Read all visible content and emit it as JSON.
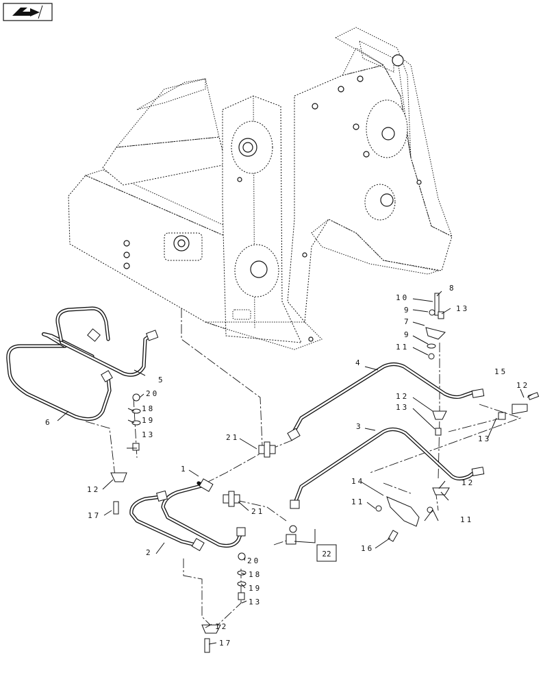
{
  "icon": {
    "name": "turn-page-icon"
  },
  "reference_box": {
    "label": "22"
  },
  "callouts": [
    {
      "id": "c1",
      "label": "1"
    },
    {
      "id": "c2",
      "label": "2"
    },
    {
      "id": "c3",
      "label": "3"
    },
    {
      "id": "c4",
      "label": "4"
    },
    {
      "id": "c5",
      "label": "5"
    },
    {
      "id": "c6",
      "label": "6"
    },
    {
      "id": "c7",
      "label": "7"
    },
    {
      "id": "c8",
      "label": "8"
    },
    {
      "id": "c9a",
      "label": "9"
    },
    {
      "id": "c9b",
      "label": "9"
    },
    {
      "id": "c10",
      "label": "10"
    },
    {
      "id": "c11a",
      "label": "11"
    },
    {
      "id": "c11b",
      "label": "11"
    },
    {
      "id": "c11c",
      "label": "11"
    },
    {
      "id": "c12a",
      "label": "12"
    },
    {
      "id": "c12b",
      "label": "12"
    },
    {
      "id": "c12c",
      "label": "12"
    },
    {
      "id": "c12d",
      "label": "12"
    },
    {
      "id": "c12e",
      "label": "12"
    },
    {
      "id": "c13a",
      "label": "13"
    },
    {
      "id": "c13b",
      "label": "13"
    },
    {
      "id": "c13c",
      "label": "13"
    },
    {
      "id": "c13d",
      "label": "13"
    },
    {
      "id": "c13e",
      "label": "13"
    },
    {
      "id": "c14",
      "label": "14"
    },
    {
      "id": "c15",
      "label": "15"
    },
    {
      "id": "c16",
      "label": "16"
    },
    {
      "id": "c17a",
      "label": "17"
    },
    {
      "id": "c17b",
      "label": "17"
    },
    {
      "id": "c18a",
      "label": "18"
    },
    {
      "id": "c18b",
      "label": "18"
    },
    {
      "id": "c19a",
      "label": "19"
    },
    {
      "id": "c19b",
      "label": "19"
    },
    {
      "id": "c20a",
      "label": "20"
    },
    {
      "id": "c20b",
      "label": "20"
    },
    {
      "id": "c21a",
      "label": "21"
    },
    {
      "id": "c21b",
      "label": "21"
    }
  ]
}
